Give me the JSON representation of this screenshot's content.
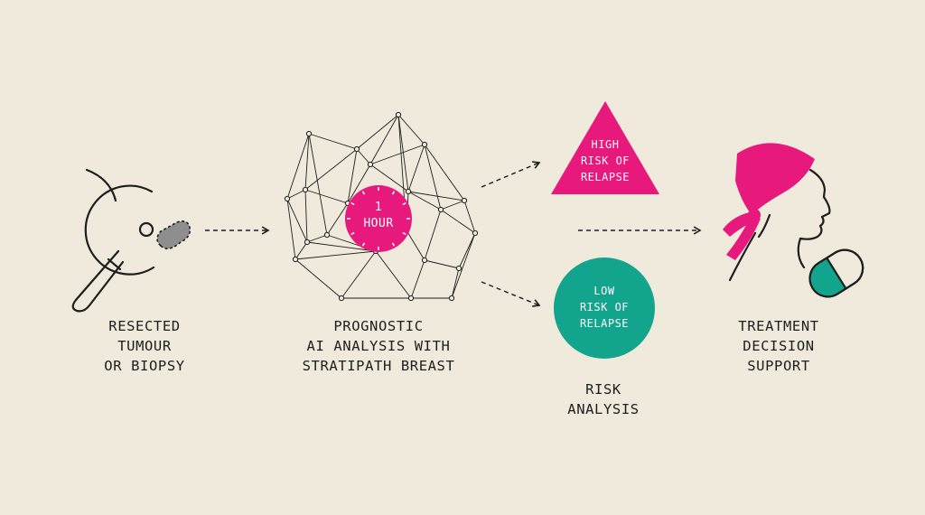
{
  "steps": {
    "tumour": {
      "lines": [
        "RESECTED",
        "TUMOUR",
        "OR BIOPSY"
      ]
    },
    "analysis": {
      "lines": [
        "PROGNOSTIC",
        "AI ANALYSIS WITH",
        "STRATIPATH BREAST"
      ],
      "timer": [
        "1",
        "HOUR"
      ]
    },
    "risk": {
      "lines": [
        "RISK",
        "ANALYSIS"
      ],
      "high": [
        "HIGH",
        "RISK OF",
        "RELAPSE"
      ],
      "low": [
        "LOW",
        "RISK OF",
        "RELAPSE"
      ]
    },
    "treatment": {
      "lines": [
        "TREATMENT",
        "DECISION",
        "SUPPORT"
      ]
    }
  },
  "colors": {
    "background": "#efeadb",
    "ink": "#1e1e1e",
    "high_risk": "#e8197d",
    "low_risk": "#12a48c",
    "sample": "#8e8e8e"
  },
  "icons": [
    "magnifier-icon",
    "tissue-sample-icon",
    "network-icon",
    "clock-icon",
    "triangle-icon",
    "circle-icon",
    "patient-head-icon",
    "headscarf-icon",
    "pill-icon"
  ]
}
